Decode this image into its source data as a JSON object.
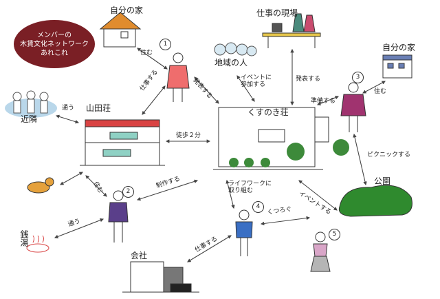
{
  "title": {
    "line1": "メンバーの",
    "line2": "木賃文化ネットワーク",
    "line3": "あれこれ"
  },
  "places": {
    "home_top_left": "自分の家",
    "home_top_right": "自分の家",
    "work_site": "仕事の現場",
    "local_people": "地域の人",
    "neighbors": "近隣",
    "yamada_so": "山田荘",
    "kusunoki_so": "くすのき荘",
    "park": "公園",
    "bathhouse": "銭湯",
    "company": "会社"
  },
  "edges": {
    "live_1": "住む",
    "work_1": "仕事する",
    "present_1": "発表する",
    "attend_event": "イベントに\n参加する",
    "present_3": "発表する",
    "prepare": "準備する",
    "live_3": "住む",
    "pass_by": "通う",
    "walk": "徒歩２分",
    "live_2": "住む",
    "produce": "制作する",
    "picnic": "ピクニックする",
    "lifework": "ライフワークに\n取り組む",
    "event": "イベントする",
    "relax": "くつろぐ",
    "commute": "通う",
    "work_4": "仕事する"
  },
  "members": [
    "1",
    "2",
    "3",
    "4",
    "5"
  ],
  "colors": {
    "title_bg": "#7a1f25",
    "line": "#444444",
    "green": "#3d8a3a",
    "sky": "#b9d7ea"
  }
}
